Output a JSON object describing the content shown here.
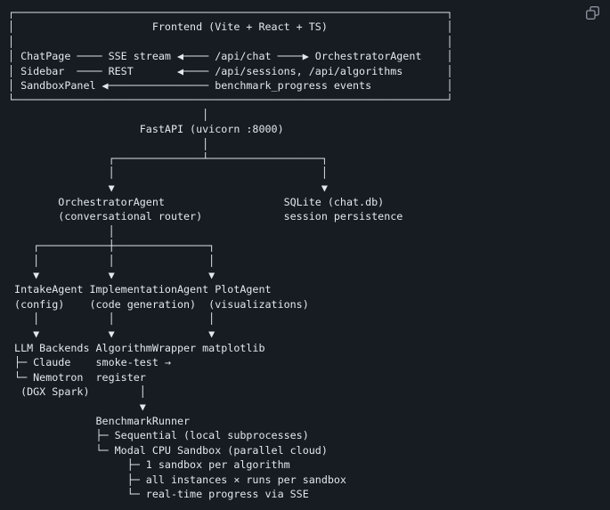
{
  "page": {
    "background": "#171b22",
    "text_color": "#e2e8ee"
  },
  "copy_button": {
    "icon": "copy-icon",
    "color": "#8b929c"
  },
  "diagram": {
    "title": "Frontend (Vite + React + TS)",
    "lines": [
      "┌─────────────────────────────────────────────────────────────────────┐",
      "│                      Frontend (Vite + React + TS)                   │",
      "│                                                                     │",
      "│ ChatPage ──── SSE stream ◀──── /api/chat ────▶ OrchestratorAgent    │",
      "│ Sidebar  ──── REST       ◀──── /api/sessions, /api/algorithms       │",
      "│ SandboxPanel ◀──────────────── benchmark_progress events            │",
      "└─────────────────────────────────────────────────────────────────────┘",
      "                               │",
      "                     FastAPI (uvicorn :8000)",
      "                               │",
      "                ┌──────────────┴──────────────────┐",
      "                │                                 │",
      "                ▼                                 ▼",
      "        OrchestratorAgent                   SQLite (chat.db)",
      "        (conversational router)             session persistence",
      "                │",
      "    ┌───────────┼───────────────┐",
      "    │           │               │",
      "    ▼           ▼               ▼",
      " IntakeAgent ImplementationAgent PlotAgent",
      " (config)    (code generation)  (visualizations)",
      "    │           │               │",
      "    ▼           ▼               ▼",
      " LLM Backends AlgorithmWrapper matplotlib",
      " ├─ Claude    smoke-test →",
      " └─ Nemotron  register",
      "  (DGX Spark)        │",
      "                     ▼",
      "              BenchmarkRunner",
      "              ├─ Sequential (local subprocesses)",
      "              └─ Modal CPU Sandbox (parallel cloud)",
      "                   ├─ 1 sandbox per algorithm",
      "                   ├─ all instances × runs per sandbox",
      "                   └─ real-time progress via SSE"
    ]
  }
}
